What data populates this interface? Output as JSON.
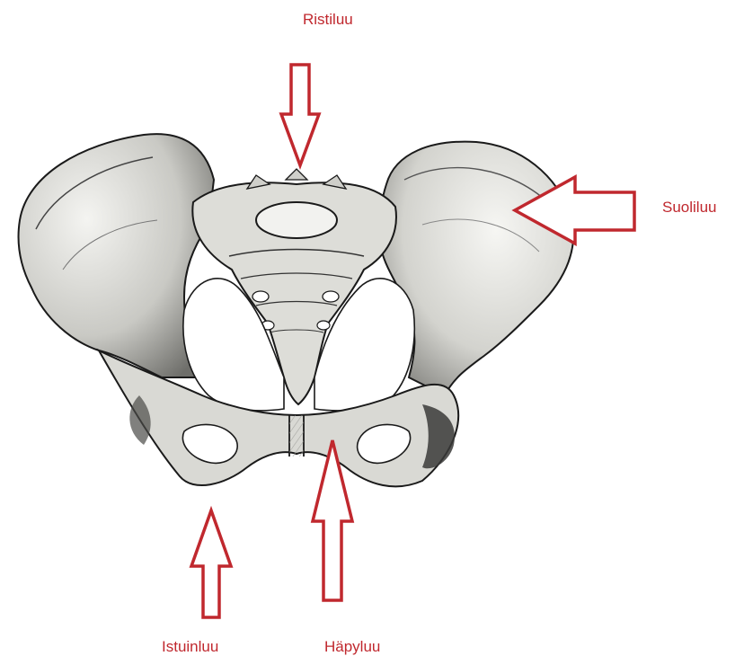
{
  "labels": {
    "sacrum": "Ristiluu",
    "ilium": "Suoliluu",
    "ischium": "Istuinluu",
    "pubis": "Häpyluu"
  },
  "colors": {
    "arrow": "#c0282e",
    "label": "#c0282e",
    "bone_fill": "#e9e9e6",
    "bone_outline": "#1a1a1a"
  }
}
